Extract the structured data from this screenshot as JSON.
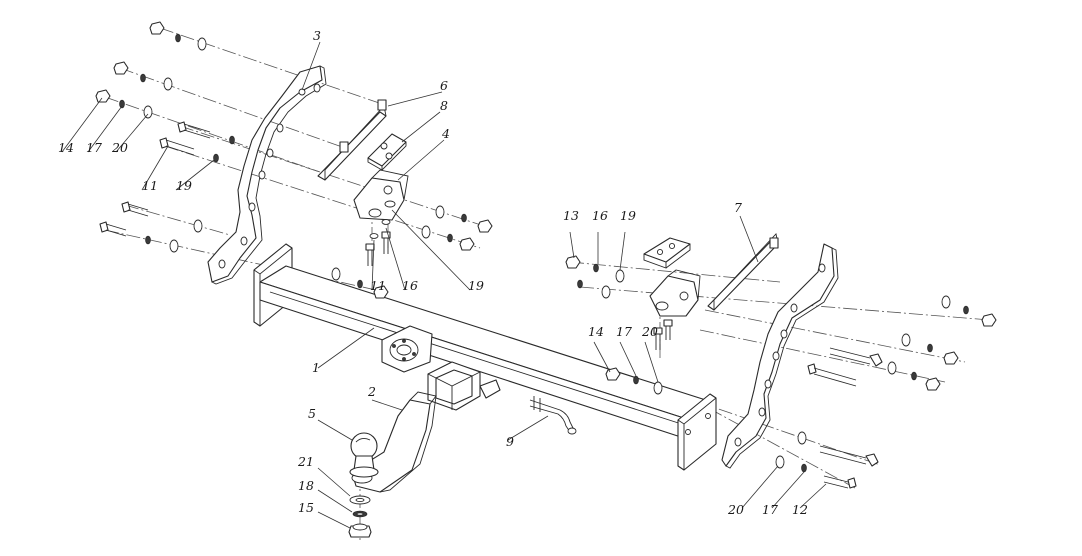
{
  "callouts": {
    "c1": "1",
    "c2": "2",
    "c3": "3",
    "c4": "4",
    "c5": "5",
    "c6": "6",
    "c7": "7",
    "c8": "8",
    "c9": "9",
    "c11a": "11",
    "c11b": "11",
    "c12": "12",
    "c13": "13",
    "c14a": "14",
    "c14b": "14",
    "c15": "15",
    "c16a": "16",
    "c16b": "16",
    "c17a": "17",
    "c17b": "17",
    "c17c": "17",
    "c18": "18",
    "c19a": "19",
    "c19b": "19",
    "c19c": "19",
    "c20a": "20",
    "c20b": "20",
    "c20c": "20",
    "c21": "21"
  }
}
